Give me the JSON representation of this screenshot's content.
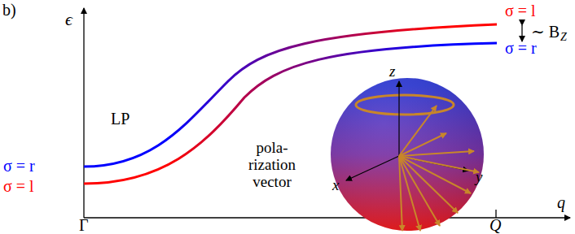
{
  "diagram": {
    "labels": [
      "b)",
      "ϵ",
      "σ = l",
      "σ = r",
      "∼ B",
      "Z",
      "σ = r",
      "σ = l",
      "LP",
      "pola- rization vector",
      "z",
      "x",
      "y",
      "Γ",
      "Q",
      "q"
    ]
  }
}
